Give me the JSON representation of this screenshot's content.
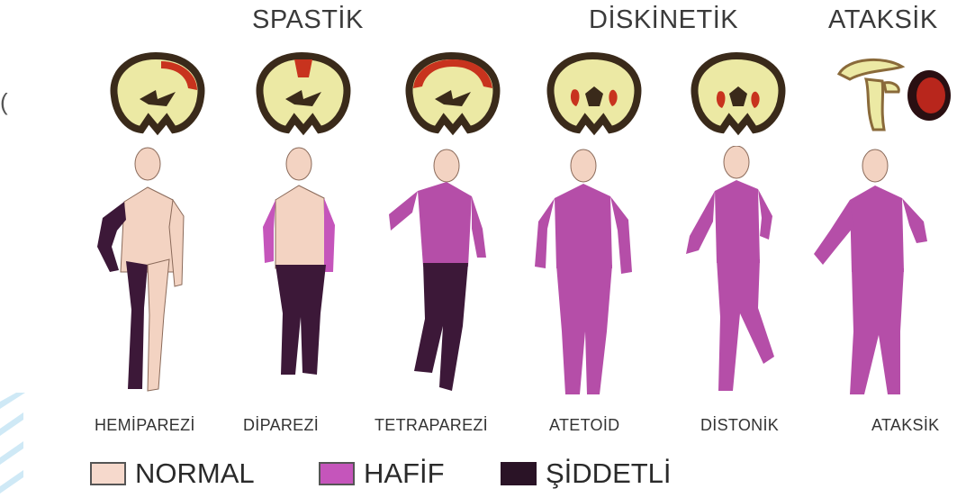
{
  "headings": {
    "spastik": "SPASTİK",
    "diskinetik": "DİSKİNETİK",
    "ataksik": "ATAKSİK"
  },
  "edge_glyph": "(",
  "types": [
    {
      "label": "HEMİPAREZİ"
    },
    {
      "label": "DİPAREZİ"
    },
    {
      "label": "TETRAPAREZİ"
    },
    {
      "label": "ATETOİD"
    },
    {
      "label": "DİSTONİK"
    },
    {
      "label": "ATAKSİK"
    }
  ],
  "legend": [
    {
      "label": "NORMAL",
      "color": "#f6d9cc"
    },
    {
      "label": "HAFİF",
      "color": "#c555bb"
    },
    {
      "label": "ŞİDDETLİ",
      "color": "#2a1326"
    }
  ],
  "colors": {
    "normal_skin": "#f3d3c2",
    "mild": "#b54ea8",
    "severe": "#3c1838",
    "brain_white": "#ece9a4",
    "brain_outline": "#3a2a1a",
    "lesion": "#c8331e"
  }
}
